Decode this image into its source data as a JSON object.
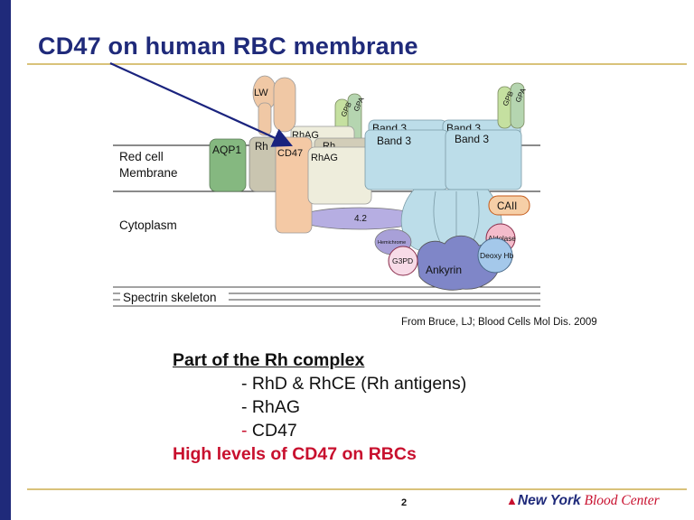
{
  "slide": {
    "title": "CD47 on human RBC membrane",
    "page_number": "2",
    "citation": "From Bruce, LJ; Blood Cells Mol Dis. 2009"
  },
  "diagram": {
    "region_labels": {
      "membrane": "Red cell\nMembrane",
      "cytoplasm": "Cytoplasm",
      "spectrin": "Spectrin skeleton"
    },
    "proteins": {
      "lw": "LW",
      "rhag_top": "RhAG",
      "rh": "Rh",
      "cd47": "CD47",
      "rh2": "Rh",
      "rhag": "RhAG",
      "aqp1": "AQP1",
      "gpb_left": "GPB",
      "gpa_left": "GPA",
      "gpb_right": "GPB",
      "gpa_right": "GPA",
      "band3_back_left": "Band 3",
      "band3_front_left": "Band 3",
      "band3_back_right": "Band 3",
      "band3_front_right": "Band 3",
      "caii": "CAII",
      "p42": "4.2",
      "hemichrome": "Hemichrome",
      "aldolase": "Aldolase",
      "g3pd": "G3PD",
      "deoxy_hb": "Deoxy Hb",
      "ankyrin": "Ankyrin"
    }
  },
  "bullets": {
    "heading": "Part of the Rh complex",
    "items": [
      "- RhD  & RhCE (Rh antigens)",
      "- RhAG"
    ],
    "cd47_dash": "-",
    "cd47_text": " CD47",
    "highlight": "High levels of CD47 on RBCs"
  },
  "logo": {
    "icon": "triangle-logo-icon",
    "brand_bold": "New York",
    "brand_rest": " Blood Center"
  },
  "colors": {
    "title": "#1f2a7a",
    "accent_red": "#c8102e",
    "rule": "#d9c27a",
    "band3": "#bcdde9",
    "cd47": "#f4c9a5",
    "aqp1": "#85b880"
  }
}
